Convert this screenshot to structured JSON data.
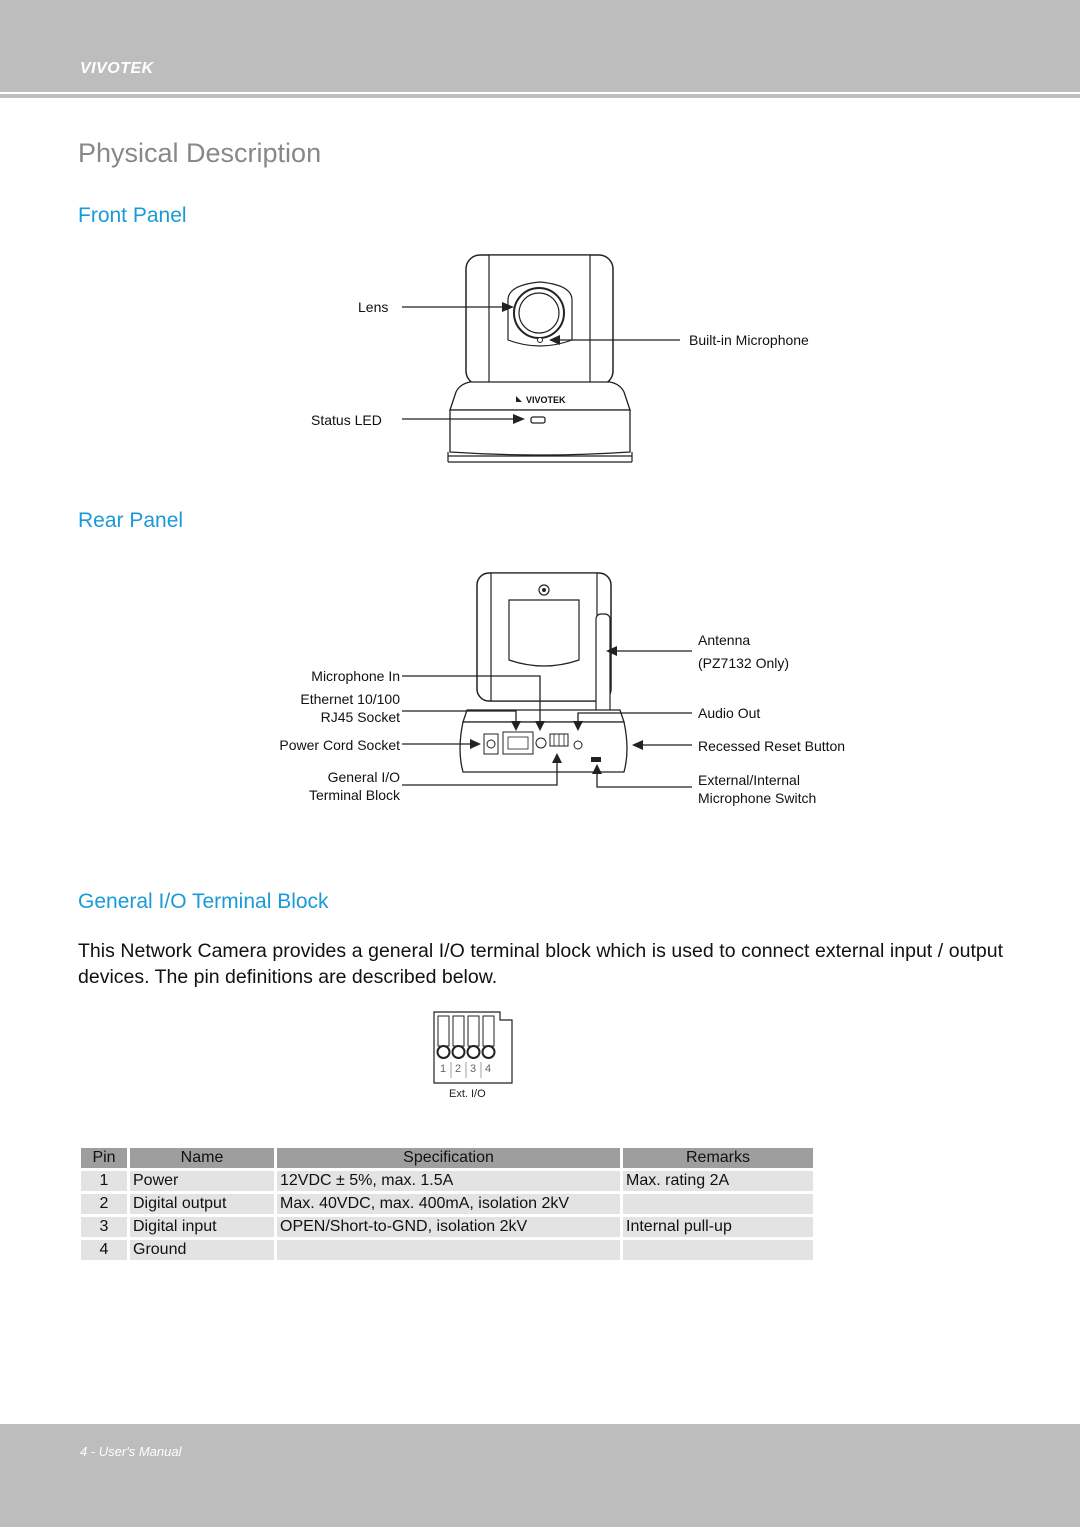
{
  "header": {
    "brand": "VIVOTEK"
  },
  "page_title": "Physical Description",
  "front_panel": {
    "heading": "Front Panel",
    "labels": {
      "lens": "Lens",
      "microphone": "Built-in Microphone",
      "status_led": "Status LED",
      "device_logo": "VIVOTEK"
    }
  },
  "rear_panel": {
    "heading": "Rear Panel",
    "labels": {
      "microphone_in": "Microphone In",
      "ethernet_1": "Ethernet 10/100",
      "ethernet_2": "RJ45 Socket",
      "power": "Power Cord Socket",
      "gio_1": "General I/O",
      "gio_2": "Terminal Block",
      "antenna_1": "Antenna",
      "antenna_2": "(PZ7132 Only)",
      "audio_out": "Audio Out",
      "reset": "Recessed Reset Button",
      "mic_switch_1": "External/Internal",
      "mic_switch_2": "Microphone Switch"
    }
  },
  "gio": {
    "heading": "General I/O Terminal Block",
    "paragraph": "This Network Camera provides a general I/O terminal block which is used to connect external input / output devices. The pin definitions are described below.",
    "connector_pins": [
      "1",
      "2",
      "3",
      "4"
    ],
    "connector_caption": "Ext. I/O"
  },
  "pin_table": {
    "headers": [
      "Pin",
      "Name",
      "Specification",
      "Remarks"
    ],
    "rows": [
      [
        "1",
        "Power",
        "12VDC ± 5%, max. 1.5A",
        "Max. rating 2A"
      ],
      [
        "2",
        "Digital output",
        "Max. 40VDC, max. 400mA, isolation 2kV",
        ""
      ],
      [
        "3",
        "Digital input",
        "OPEN/Short-to-GND, isolation 2kV",
        "Internal pull-up"
      ],
      [
        "4",
        "Ground",
        "",
        ""
      ]
    ]
  },
  "footer": {
    "text": "4 - User's Manual"
  }
}
